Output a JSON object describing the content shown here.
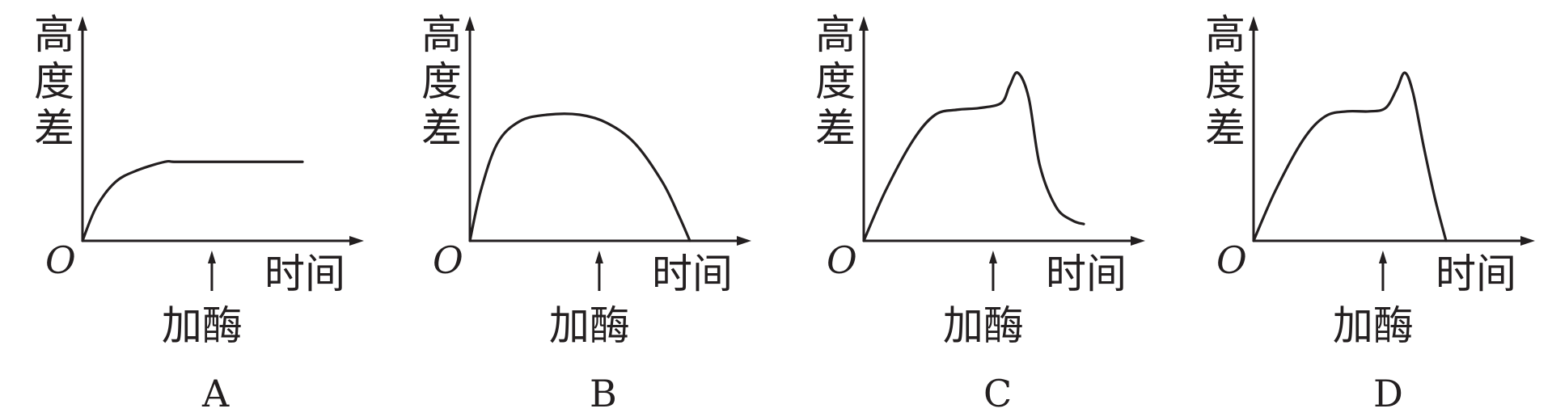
{
  "chart_data": [
    {
      "type": "line",
      "panel_label": "A",
      "ylabel": "高度差",
      "xlabel": "时间",
      "origin_label": "O",
      "annotation": "加酶",
      "annotation_x": 0.48,
      "series": [
        {
          "x": [
            0,
            0.05,
            0.12,
            0.2,
            0.3,
            0.34,
            0.5,
            0.6,
            0.7,
            0.8
          ],
          "y": [
            0,
            0.2,
            0.35,
            0.42,
            0.47,
            0.47,
            0.47,
            0.47,
            0.47,
            0.47
          ]
        }
      ]
    },
    {
      "type": "line",
      "panel_label": "B",
      "ylabel": "高度差",
      "xlabel": "时间",
      "origin_label": "O",
      "annotation": "加酶",
      "annotation_x": 0.48,
      "series": [
        {
          "x": [
            0,
            0.04,
            0.1,
            0.18,
            0.28,
            0.4,
            0.5,
            0.6,
            0.7,
            0.76,
            0.8
          ],
          "y": [
            0,
            0.3,
            0.58,
            0.71,
            0.75,
            0.75,
            0.7,
            0.58,
            0.35,
            0.15,
            0
          ]
        }
      ]
    },
    {
      "type": "line",
      "panel_label": "C",
      "ylabel": "高度差",
      "xlabel": "时间",
      "origin_label": "O",
      "annotation": "加酶",
      "annotation_x": 0.48,
      "series": [
        {
          "x": [
            0,
            0.08,
            0.18,
            0.26,
            0.34,
            0.42,
            0.5,
            0.53,
            0.56,
            0.6,
            0.64,
            0.7,
            0.76,
            0.8
          ],
          "y": [
            0,
            0.3,
            0.6,
            0.75,
            0.78,
            0.79,
            0.82,
            0.92,
            1.0,
            0.85,
            0.45,
            0.2,
            0.12,
            0.1
          ]
        }
      ]
    },
    {
      "type": "line",
      "panel_label": "D",
      "ylabel": "高度差",
      "xlabel": "时间",
      "origin_label": "O",
      "annotation": "加酶",
      "annotation_x": 0.48,
      "series": [
        {
          "x": [
            0,
            0.08,
            0.18,
            0.26,
            0.34,
            0.42,
            0.48,
            0.52,
            0.55,
            0.58,
            0.62,
            0.66,
            0.7
          ],
          "y": [
            0,
            0.3,
            0.6,
            0.74,
            0.77,
            0.77,
            0.79,
            0.9,
            1.0,
            0.88,
            0.55,
            0.25,
            0
          ]
        }
      ]
    }
  ]
}
